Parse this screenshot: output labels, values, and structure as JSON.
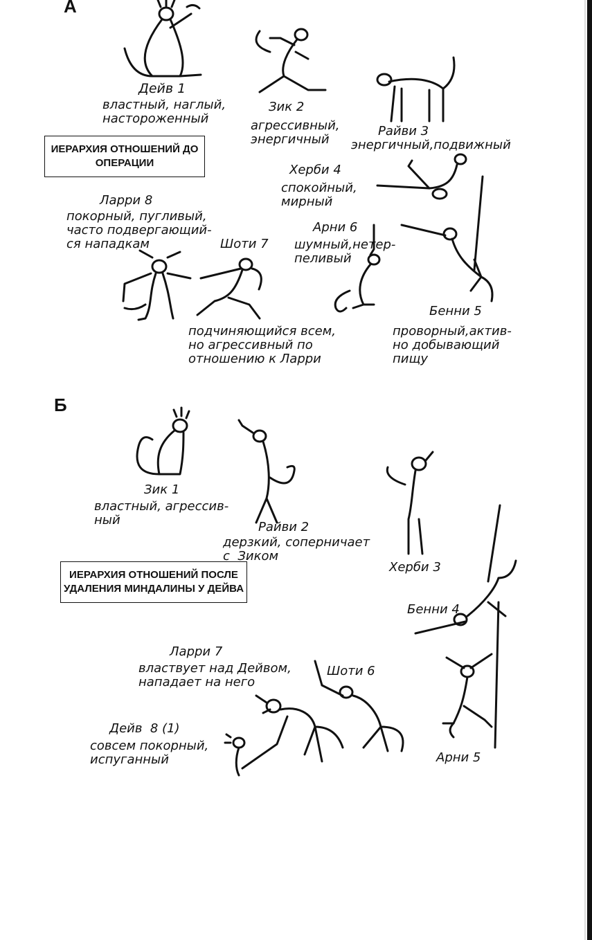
{
  "panel_a": {
    "letter": "А",
    "box_title": "ИЕРАРХИЯ ОТНОШЕНИЙ ДО\nОПЕРАЦИИ",
    "animals": [
      {
        "name": "Дейв 1",
        "description": "властный, наглый,\nнастороженный"
      },
      {
        "name": "Зик 2",
        "description": "агрессивный,\nэнергичный"
      },
      {
        "name": "Райви 3",
        "description": "энергичный,подвижный"
      },
      {
        "name": "Херби 4",
        "description": "спокойный,\nмирный"
      },
      {
        "name": "Ларри 8",
        "description": "покорный, пугливый,\nчасто подвергающий-\nся нападкам"
      },
      {
        "name": "Шоти 7",
        "description": "подчиняющийся всем,\nно агрессивный по\nотношению к Ларри"
      },
      {
        "name": "Арни 6",
        "description": "шумный,нетер-\nпеливый"
      },
      {
        "name": "Бенни 5",
        "description": "проворный,актив-\nно добывающий\nпищу"
      }
    ]
  },
  "panel_b": {
    "letter": "Б",
    "box_title": "ИЕРАРХИЯ ОТНОШЕНИЙ ПОСЛЕ\nУДАЛЕНИЯ МИНДАЛИНЫ У ДЕЙВА",
    "animals": [
      {
        "name": "Зик 1",
        "description": "властный, агрессив-\nный"
      },
      {
        "name": "Райви 2",
        "description": "дерзкий, соперничает\nс  Зиком"
      },
      {
        "name": "Херби 3",
        "description": ""
      },
      {
        "name": "Бенни 4",
        "description": ""
      },
      {
        "name": "Ларри 7",
        "description": "властвует над Дейвом,\nнападает на него"
      },
      {
        "name": "Шоти 6",
        "description": ""
      },
      {
        "name": "Дейв  8 (1)",
        "description": "совсем покорный,\nиспуганный"
      },
      {
        "name": "Арни 5",
        "description": ""
      }
    ]
  }
}
